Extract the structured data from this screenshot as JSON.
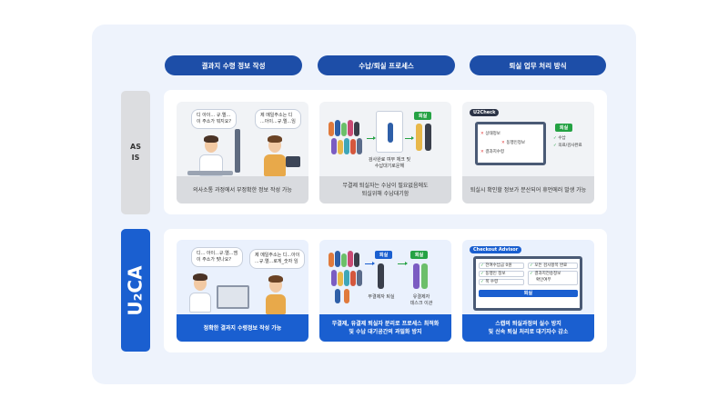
{
  "headers": [
    "결과지 수령 정보 작성",
    "수납/퇴실 프로세스",
    "퇴실 업무 처리 방식"
  ],
  "rows": {
    "asis_label": [
      "AS",
      "IS"
    ],
    "u2ca_label": "U₂CA"
  },
  "asis": {
    "card1": {
      "bubble_left": [
        "디 아이... 규.엘...",
        "이 주소가 뭐지요?"
      ],
      "bubble_right": [
        "제 메일주소는 디",
        "...아이...규.엘...임"
      ],
      "caption": "의사소통 과정에서 부정확한 정보 작성 가능"
    },
    "card2": {
      "tag": "퇴실",
      "label": [
        "검사완료 여부 체크 및",
        "수납대기로운해"
      ],
      "caption": [
        "무결제 퇴실자는 수납이 필요없음에도",
        "퇴실위해 수납대기함"
      ]
    },
    "card3": {
      "badge": "U2Check",
      "tag": "퇴실",
      "items": [
        "상태정보",
        "동행인정보",
        "결과지수령"
      ],
      "right_items": [
        "수납",
        "의료/검사완료"
      ],
      "caption": "퇴실시 확인할 정보가 분산되어 휴먼에러 발생 가능"
    }
  },
  "u2ca": {
    "card1": {
      "bubble_left": [
        "디... 아이...규.엘...엠",
        "이 주소가 맞나요?"
      ],
      "bubble_right": [
        "제 메일주소는 디...아이",
        "...규.엘...로게_숫자 임"
      ],
      "caption": "정확한 결과지 수령정보 작성 가능"
    },
    "card2": {
      "tag_left": "퇴실",
      "tag_right": "퇴실",
      "label_left": "무결제자 퇴실",
      "label_right": [
        "유결제자",
        "데스크 이관"
      ],
      "caption": [
        "무결제, 유결제 퇴실자 분리로 프로세스 최적화",
        "및 수납 대기공간의 과밀화 방지"
      ]
    },
    "card3": {
      "badge": "Checkout Advisor",
      "items": [
        "전여수납금 0원",
        "동행인 정보",
        "폭 수령",
        "모든 검사항목 완료",
        "결과지전송정보",
        "확인여부"
      ],
      "button": "퇴실",
      "caption": [
        "스캡의 퇴실과정의 실수 방지",
        "및 신속 퇴실 처리로 대기자수 감소"
      ]
    }
  }
}
